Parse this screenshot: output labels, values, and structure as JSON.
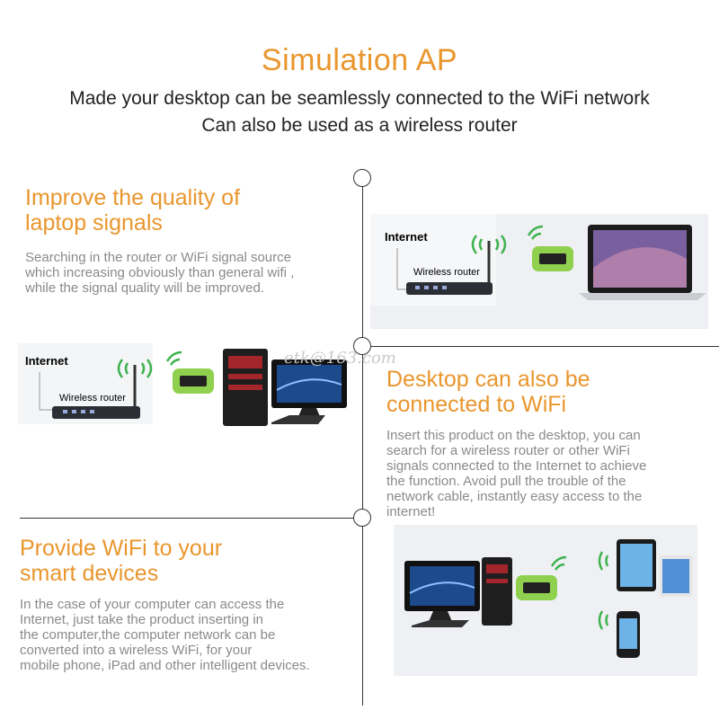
{
  "header": {
    "title": "Simulation AP",
    "subtitle_1": "Made your desktop can be seamlessly connected to the WiFi network",
    "subtitle_2": "Can also be used as a wireless router"
  },
  "sections": [
    {
      "heading_1": "Improve the quality of",
      "heading_2": "laptop signals",
      "body": [
        "Searching in the router or WiFi signal source",
        "which increasing obviously than general wifi ,",
        "while the signal quality will be improved."
      ]
    },
    {
      "heading_1": "Desktop can also be",
      "heading_2": "connected to WiFi",
      "body": [
        "Insert this product on the desktop, you can",
        "search for a wireless router or other WiFi",
        "signals connected to the Internet to achieve",
        "the function. Avoid pull the trouble of the",
        "network cable, instantly easy access to the",
        "internet!"
      ]
    },
    {
      "heading_1": "Provide WiFi to your",
      "heading_2": "smart devices",
      "body": [
        "In the case of your computer can access the",
        "Internet, just take the product inserting in",
        "the computer,the computer network can be",
        "converted into a wireless WiFi, for your",
        "mobile phone, iPad and other intelligent devices."
      ]
    }
  ],
  "diagram_labels": {
    "internet": "Internet",
    "router": "Wireless router"
  },
  "watermark": "etk@163.com",
  "colors": {
    "accent": "#E9962D",
    "wifi_green": "#3FB34F",
    "router_dark": "#2b2f35"
  }
}
